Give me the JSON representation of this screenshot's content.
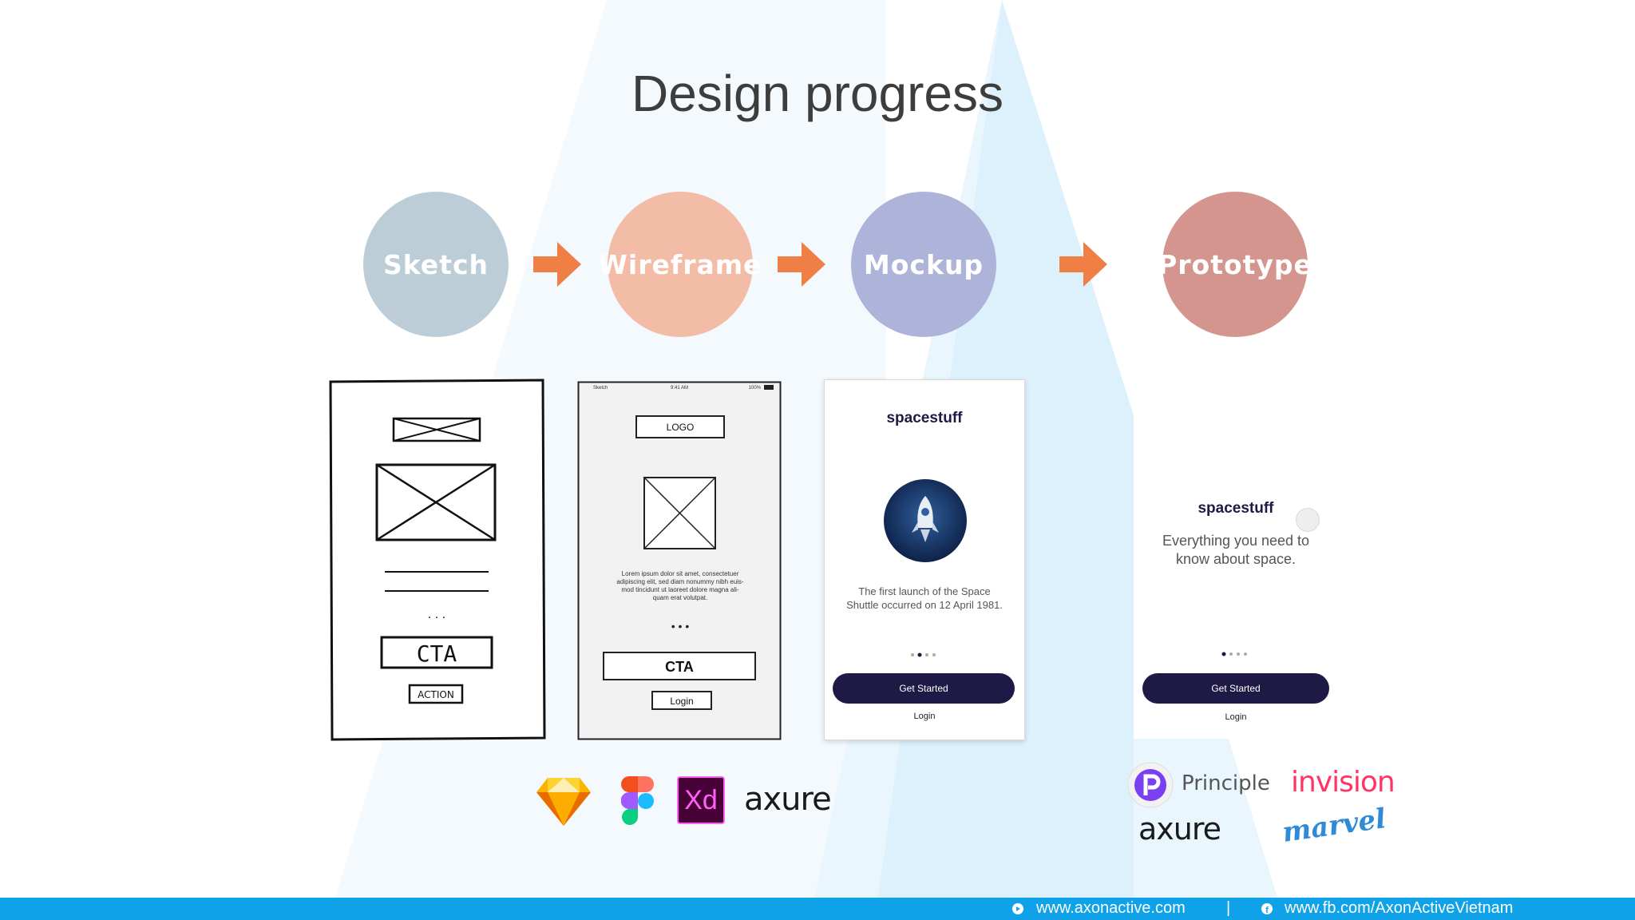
{
  "title": "Design progress",
  "stages": [
    {
      "label": "Sketch",
      "color": "#bccdd7"
    },
    {
      "label": "Wireframe",
      "color": "#f2bca6"
    },
    {
      "label": "Mockup",
      "color": "#adb3d9"
    },
    {
      "label": "Prototype",
      "color": "#d3958d"
    }
  ],
  "arrow_color": "#ef7f45",
  "sketch": {
    "cta": "CTA",
    "action": "ACTION",
    "dots": ". . ."
  },
  "wireframe": {
    "status_left": "Sketch",
    "status_time": "9:41 AM",
    "status_right": "100%",
    "logo": "LOGO",
    "lorem": [
      "Lorem ipsum dolor sit amet, consectetuer",
      "adipiscing elit, sed diam nonummy nibh euis-",
      "mod tincidunt ut laoreet dolore magna ali-",
      "quam erat volutpat."
    ],
    "dots": "• • •",
    "cta": "CTA",
    "login": "Login"
  },
  "mockup": {
    "brand": "spacestuff",
    "text": [
      "The first launch of the Space",
      "Shuttle occurred on 12 April 1981."
    ],
    "button": "Get Started",
    "login": "Login"
  },
  "prototype": {
    "brand": "spacestuff",
    "text": [
      "Everything you need to",
      "know about space."
    ],
    "button": "Get Started",
    "login": "Login"
  },
  "tools_left": {
    "xd": "Xd",
    "axure": "axure"
  },
  "tools_right": {
    "principle": "Principle",
    "invision": "invision",
    "axure": "axure",
    "marvel": "marvel"
  },
  "footer": {
    "website": "www.axonactive.com",
    "separator": "|",
    "facebook": "www.fb.com/AxonActiveVietnam"
  },
  "colors": {
    "dark_button": "#1e1a45",
    "footer_bar": "#0fa2e8"
  }
}
